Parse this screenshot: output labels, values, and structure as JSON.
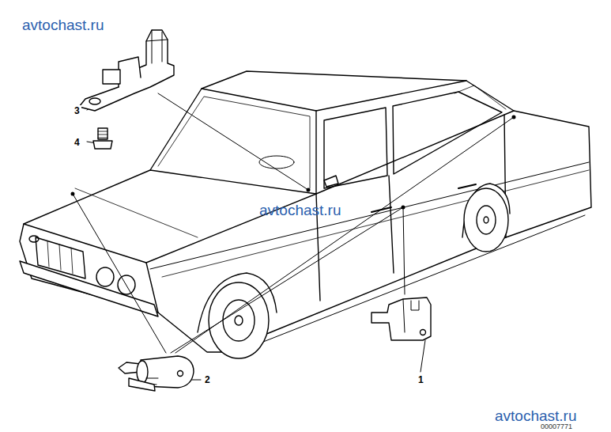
{
  "diagram": {
    "labels": [
      "avtochast.ru",
      "3",
      "4",
      "avtochast.ru",
      "2",
      "1",
      "avtochast.ru",
      "00007771"
    ]
  }
}
